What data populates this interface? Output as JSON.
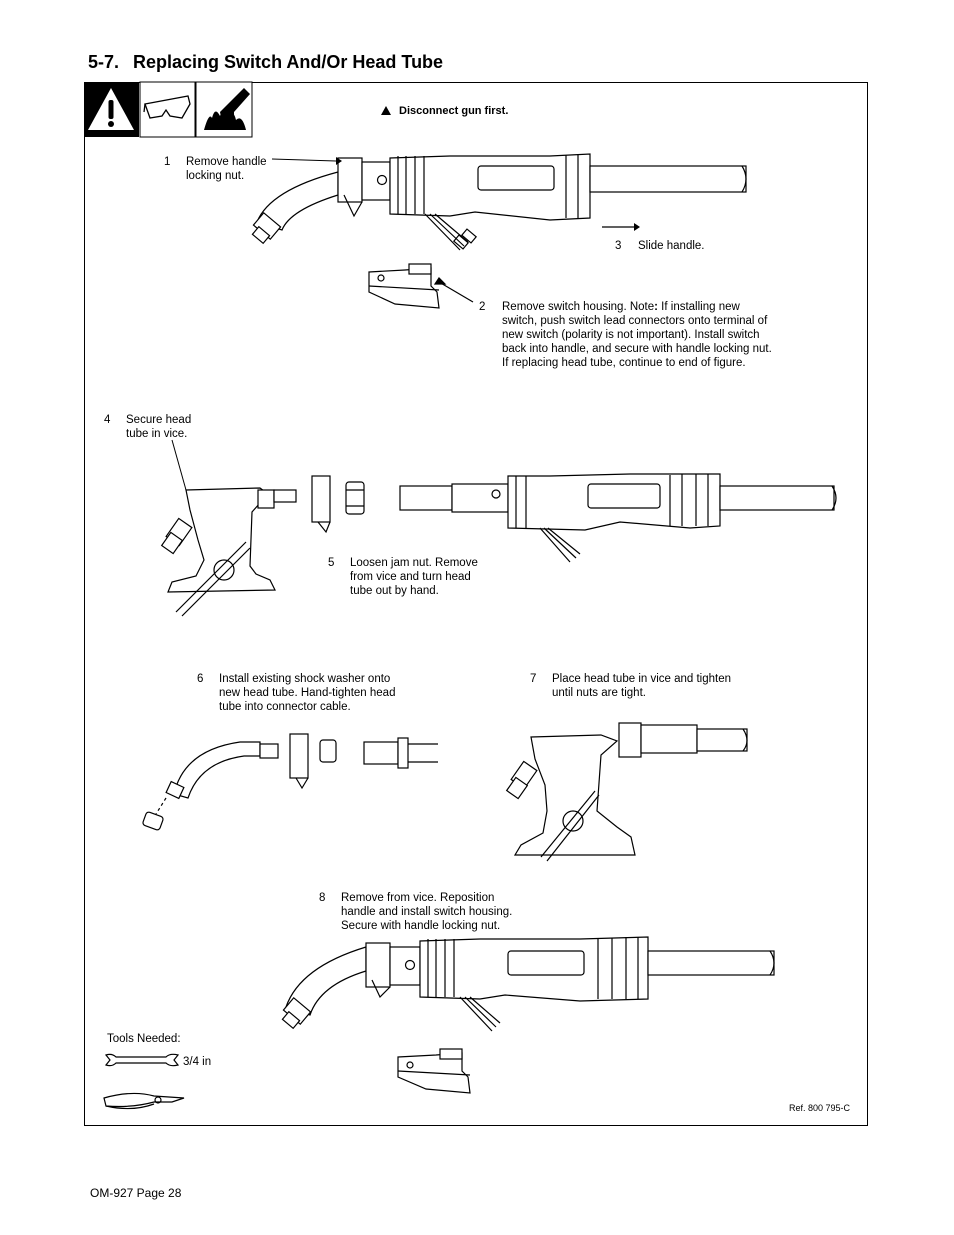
{
  "section": {
    "number": "5-7.",
    "title": "Replacing Switch And/Or Head Tube"
  },
  "warning": {
    "text": "Disconnect gun first."
  },
  "steps": [
    {
      "num": "1",
      "text": "Remove handle\nlocking nut."
    },
    {
      "num": "2",
      "text_prefix": "Remove switch housing. Note",
      "text_bold": ":",
      "text_rest": " If installing new\nswitch, push switch lead connectors onto terminal of\nnew switch (polarity is not important). Install switch\nback into handle, and secure with handle locking nut.\nIf replacing head tube, continue to end of figure."
    },
    {
      "num": "3",
      "text": "Slide handle."
    },
    {
      "num": "4",
      "text": "Secure head\ntube in vice."
    },
    {
      "num": "5",
      "text": "Loosen jam nut. Remove\nfrom vice and turn head\ntube out by hand."
    },
    {
      "num": "6",
      "text": "Install existing shock washer onto\nnew head tube. Hand-tighten head\ntube into connector cable."
    },
    {
      "num": "7",
      "text": "Place head tube in vice and tighten\nuntil nuts are tight."
    },
    {
      "num": "8",
      "text": "Remove from vice. Reposition\nhandle and install switch housing.\nSecure with handle locking nut."
    }
  ],
  "tools": {
    "heading": "Tools Needed:",
    "wrench_size": "3/4 in"
  },
  "icons": [
    "warning-icon",
    "safety-glasses-icon",
    "hot-parts-icon",
    "wrench-icon",
    "pliers-icon"
  ],
  "reference": "Ref. 800 795-C",
  "footer": "OM-927 Page 28"
}
